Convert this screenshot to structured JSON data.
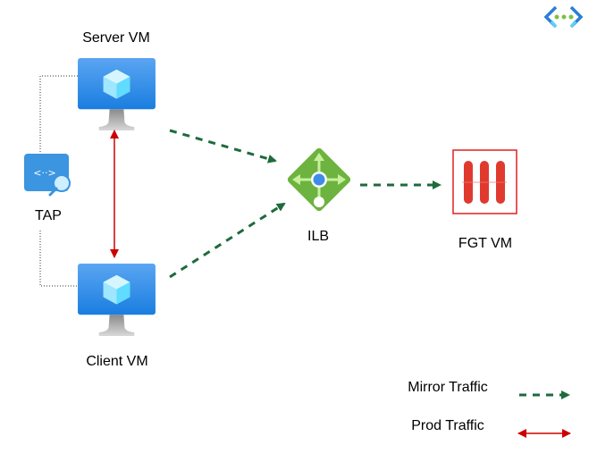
{
  "nodes": {
    "server_vm": {
      "label": "Server VM"
    },
    "client_vm": {
      "label": "Client VM"
    },
    "tap": {
      "label": "TAP"
    },
    "ilb": {
      "label": "ILB"
    },
    "fgt_vm": {
      "label": "FGT VM"
    }
  },
  "legend": {
    "mirror": "Mirror Traffic",
    "prod": "Prod Traffic"
  },
  "colors": {
    "mirror": "#1e6b3c",
    "prod": "#cc0000",
    "vm_blue": "#2f8ee8",
    "ilb_green": "#6db33f",
    "fgt_red": "#e03a2f"
  }
}
